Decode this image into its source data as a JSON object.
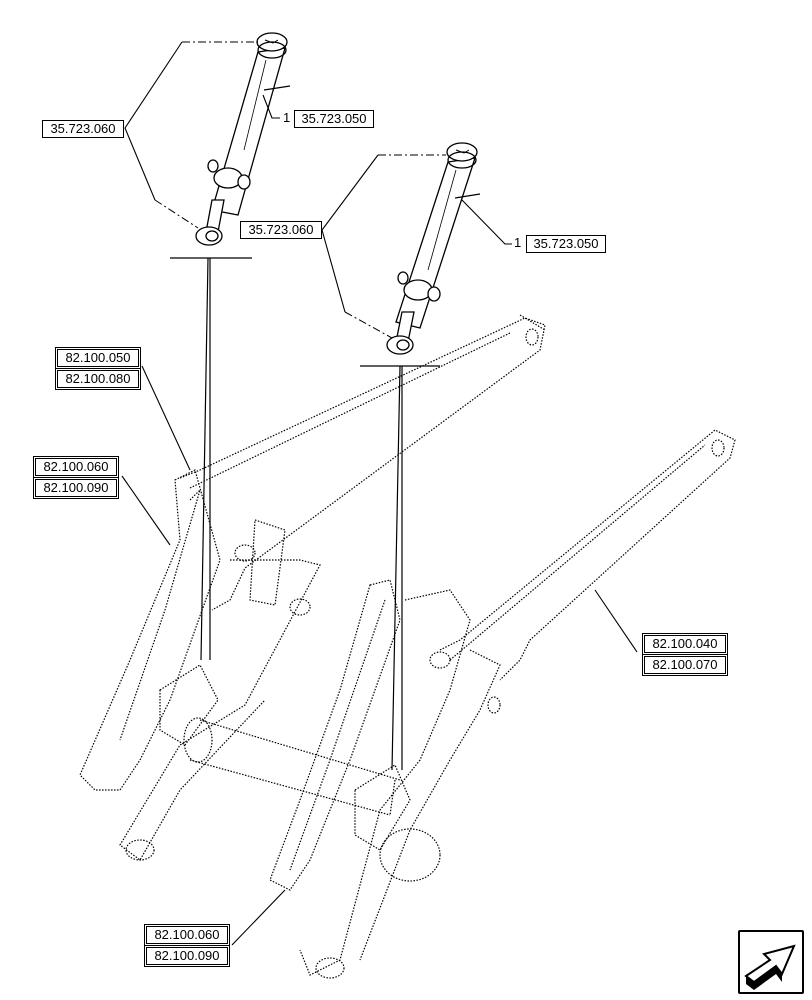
{
  "refs": {
    "cyl_left_group": "35.723.060",
    "cyl_left_part": "35.723.050",
    "cyl_left_index": "1",
    "cyl_right_group": "35.723.060",
    "cyl_right_part": "35.723.050",
    "cyl_right_index": "1",
    "arm_left_top_a": "82.100.050",
    "arm_left_top_b": "82.100.080",
    "arm_left_mid_a": "82.100.060",
    "arm_left_mid_b": "82.100.090",
    "arm_right_a": "82.100.040",
    "arm_right_b": "82.100.070",
    "arm_bottom_a": "82.100.060",
    "arm_bottom_b": "82.100.090"
  },
  "icons": {
    "nav": "next-page-arrow-icon"
  }
}
